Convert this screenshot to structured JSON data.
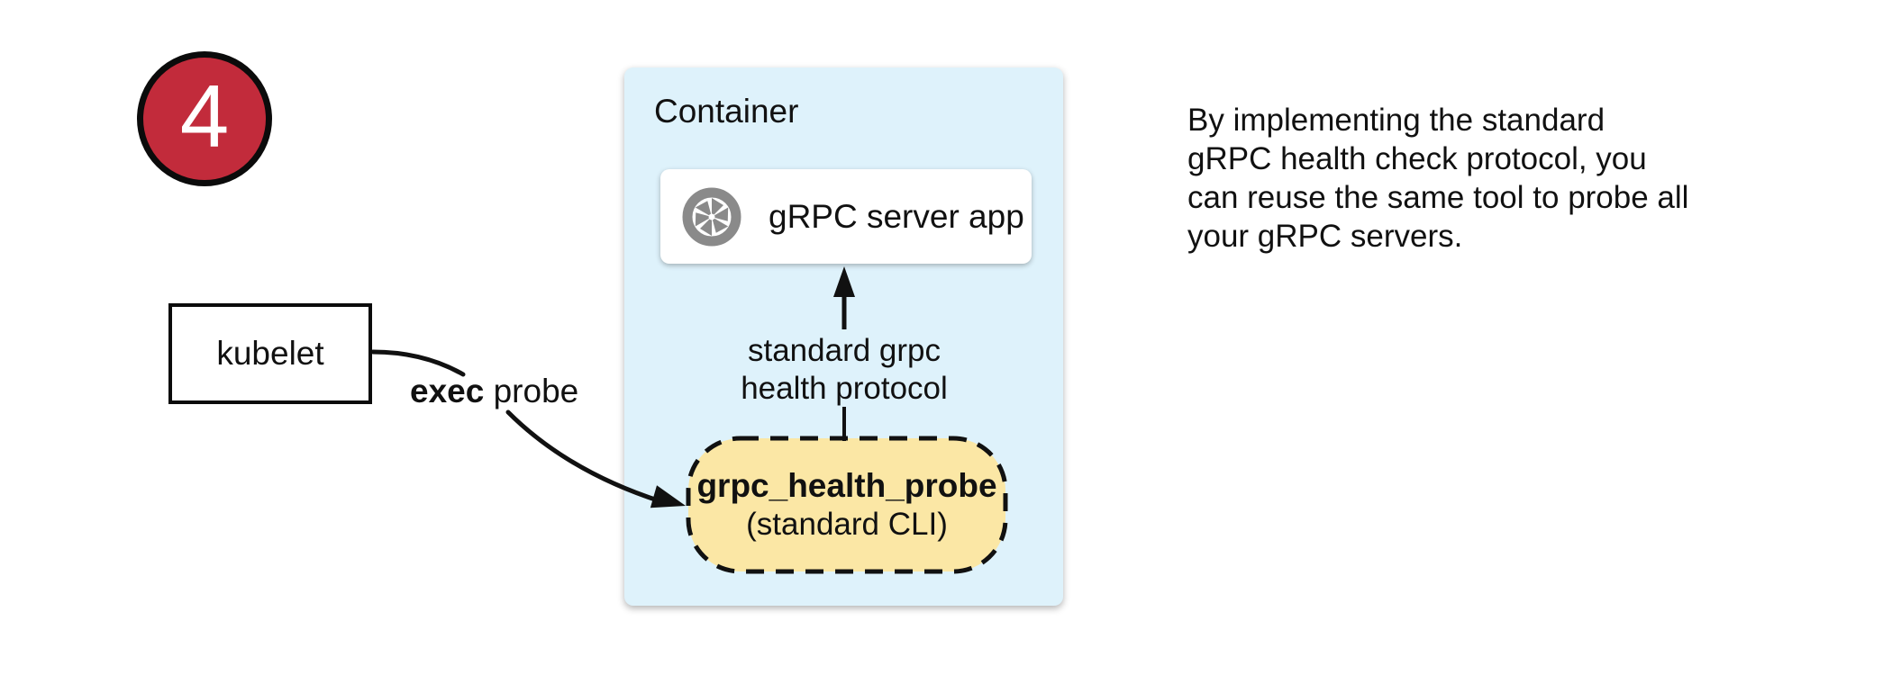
{
  "diagram": {
    "step_badge": {
      "number": "4"
    },
    "kubelet": {
      "label": "kubelet"
    },
    "exec_probe_label": {
      "bold": "exec",
      "rest": " probe"
    },
    "container": {
      "title": "Container"
    },
    "grpc_server_card": {
      "label": "gRPC server app",
      "icon": "aperture-shutter-icon"
    },
    "protocol_arrow_label": "standard grpc\nhealth protocol",
    "probe_box": {
      "title": "grpc_health_probe",
      "subtitle": "(standard CLI)"
    },
    "note": "By implementing the standard\ngRPC health check protocol, you\ncan reuse the same tool to probe all\nyour gRPC servers.",
    "colors": {
      "badge_red": "#C22B3B",
      "container_blue": "#DEF2FB",
      "probe_yellow": "#FBE7A5",
      "icon_gray": "#8A8A8A",
      "line_black": "#111111"
    }
  }
}
